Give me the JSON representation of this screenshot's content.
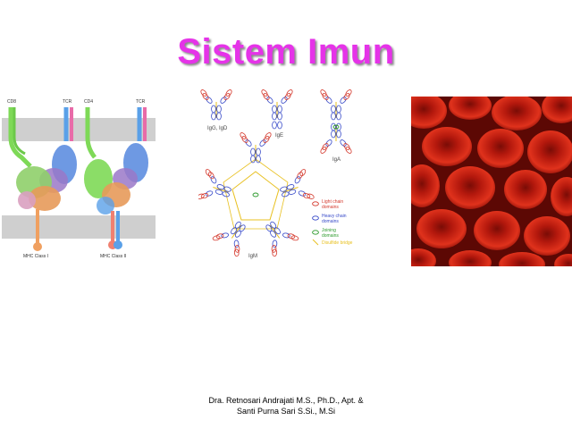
{
  "slide": {
    "title": "Sistem Imun",
    "credit_line1": "Dra. Retnosari Andrajati M.S., Ph.D., Apt. &",
    "credit_line2": "Santi Purna Sari S.Si., M.Si"
  },
  "mhc_figure": {
    "labels": {
      "cd8": "CD8",
      "tcr1": "TCR",
      "cd4": "CD4",
      "tcr2": "TCR",
      "mhc1": "MHC Class I",
      "mhc2": "MHC Class II"
    }
  },
  "antibody_figure": {
    "labels": {
      "iggd": "IgG, IgD",
      "ige": "IgE",
      "iga": "IgA",
      "igm": "IgM"
    },
    "legend": [
      {
        "text": "Light chain domains",
        "color": "#d4382c",
        "icon": "oval"
      },
      {
        "text": "Heavy chain domains",
        "color": "#3548c8",
        "icon": "oval"
      },
      {
        "text": "Joining domains",
        "color": "#2c9a2c",
        "icon": "oval"
      },
      {
        "text": "Disulfide bridge",
        "color": "#e8c020",
        "icon": "line"
      }
    ]
  },
  "rbc_figure": {
    "subject": "red-blood-cells"
  },
  "colors": {
    "title": "#e533e8",
    "rbc": "#c41a10",
    "light_chain": "#d4382c",
    "heavy_chain": "#3548c8"
  }
}
